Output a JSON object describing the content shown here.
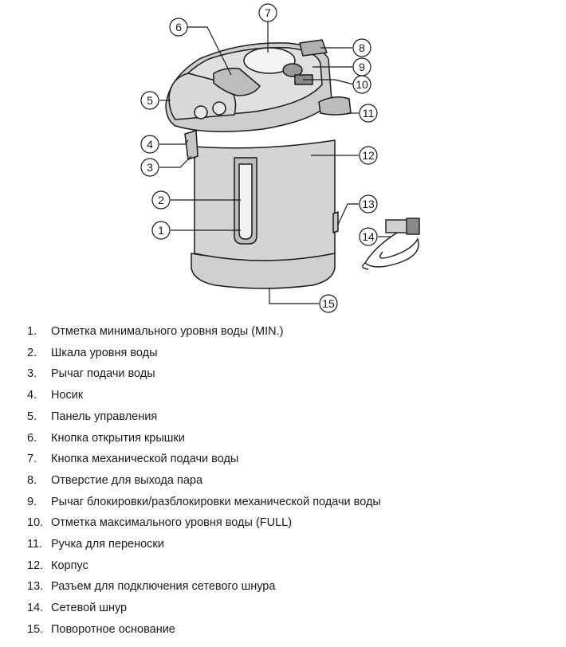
{
  "diagram": {
    "callouts": [
      "1",
      "2",
      "3",
      "4",
      "5",
      "6",
      "7",
      "8",
      "9",
      "10",
      "11",
      "12",
      "13",
      "14",
      "15"
    ]
  },
  "legend": [
    {
      "num": "1.",
      "text": "Отметка минимального уровня воды (MIN.)"
    },
    {
      "num": "2.",
      "text": "Шкала уровня воды"
    },
    {
      "num": "3.",
      "text": "Рычаг подачи воды"
    },
    {
      "num": "4.",
      "text": "Носик"
    },
    {
      "num": "5.",
      "text": "Панель управления"
    },
    {
      "num": "6.",
      "text": "Кнопка открытия крышки"
    },
    {
      "num": "7.",
      "text": "Кнопка механической подачи воды"
    },
    {
      "num": "8.",
      "text": "Отверстие для выхода пара"
    },
    {
      "num": "9.",
      "text": "Рычаг блокировки/разблокировки механической подачи воды"
    },
    {
      "num": "10.",
      "text": "Отметка максимального уровня воды (FULL)"
    },
    {
      "num": "11.",
      "text": "Ручка для переноски"
    },
    {
      "num": "12.",
      "text": "Корпус"
    },
    {
      "num": "13.",
      "text": "Разъем для подключения сетевого шнура"
    },
    {
      "num": "14.",
      "text": "Сетевой шнур"
    },
    {
      "num": "15.",
      "text": "Поворотное основание"
    }
  ]
}
